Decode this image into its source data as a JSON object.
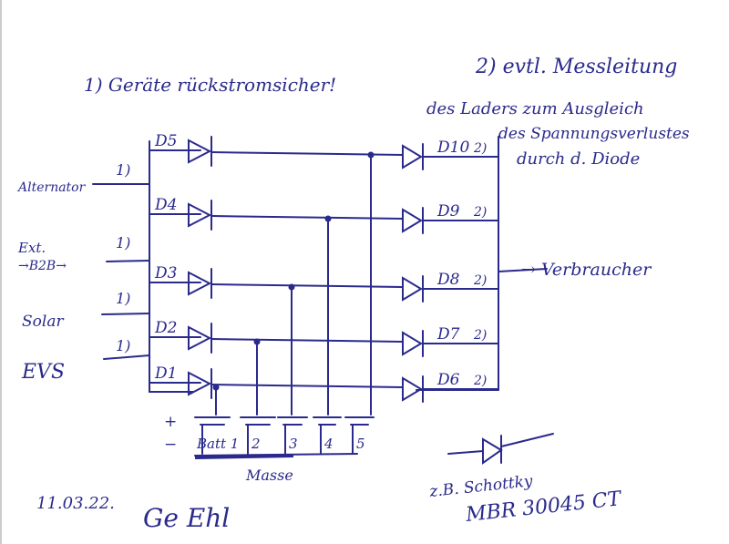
{
  "notes": {
    "note1": "1) Geräte rückstromsicher!",
    "note2_line1": "2) evtl. Messleitung",
    "note2_line2": "des Laders zum Ausgleich",
    "note2_line3": "des Spannungsverlustes",
    "note2_line4": "durch d. Diode"
  },
  "inputs": [
    {
      "label": "Alternator",
      "marker": "1)"
    },
    {
      "label": "Ext.",
      "label2": "→B2B→",
      "marker": "1)"
    },
    {
      "label": "Solar",
      "marker": "1)"
    },
    {
      "label": "EVS",
      "marker": "1)"
    }
  ],
  "left_diodes": [
    "D5",
    "D4",
    "D3",
    "D2",
    "D1"
  ],
  "right_diodes": [
    {
      "label": "D10",
      "marker": "2)"
    },
    {
      "label": "D9",
      "marker": "2)"
    },
    {
      "label": "D8",
      "marker": "2)"
    },
    {
      "label": "D7",
      "marker": "2)"
    },
    {
      "label": "D6",
      "marker": "2)"
    }
  ],
  "output": "→ Verbraucher",
  "batteries": {
    "plus": "+",
    "minus": "−",
    "labels": [
      "Batt 1",
      "2",
      "3",
      "4",
      "5"
    ],
    "ground": "Masse"
  },
  "part": {
    "line1": "z.B. Schottky",
    "line2": "MBR 30045 CT"
  },
  "footer": {
    "date": "11.03.22.",
    "signature": "Ge Ehl"
  }
}
